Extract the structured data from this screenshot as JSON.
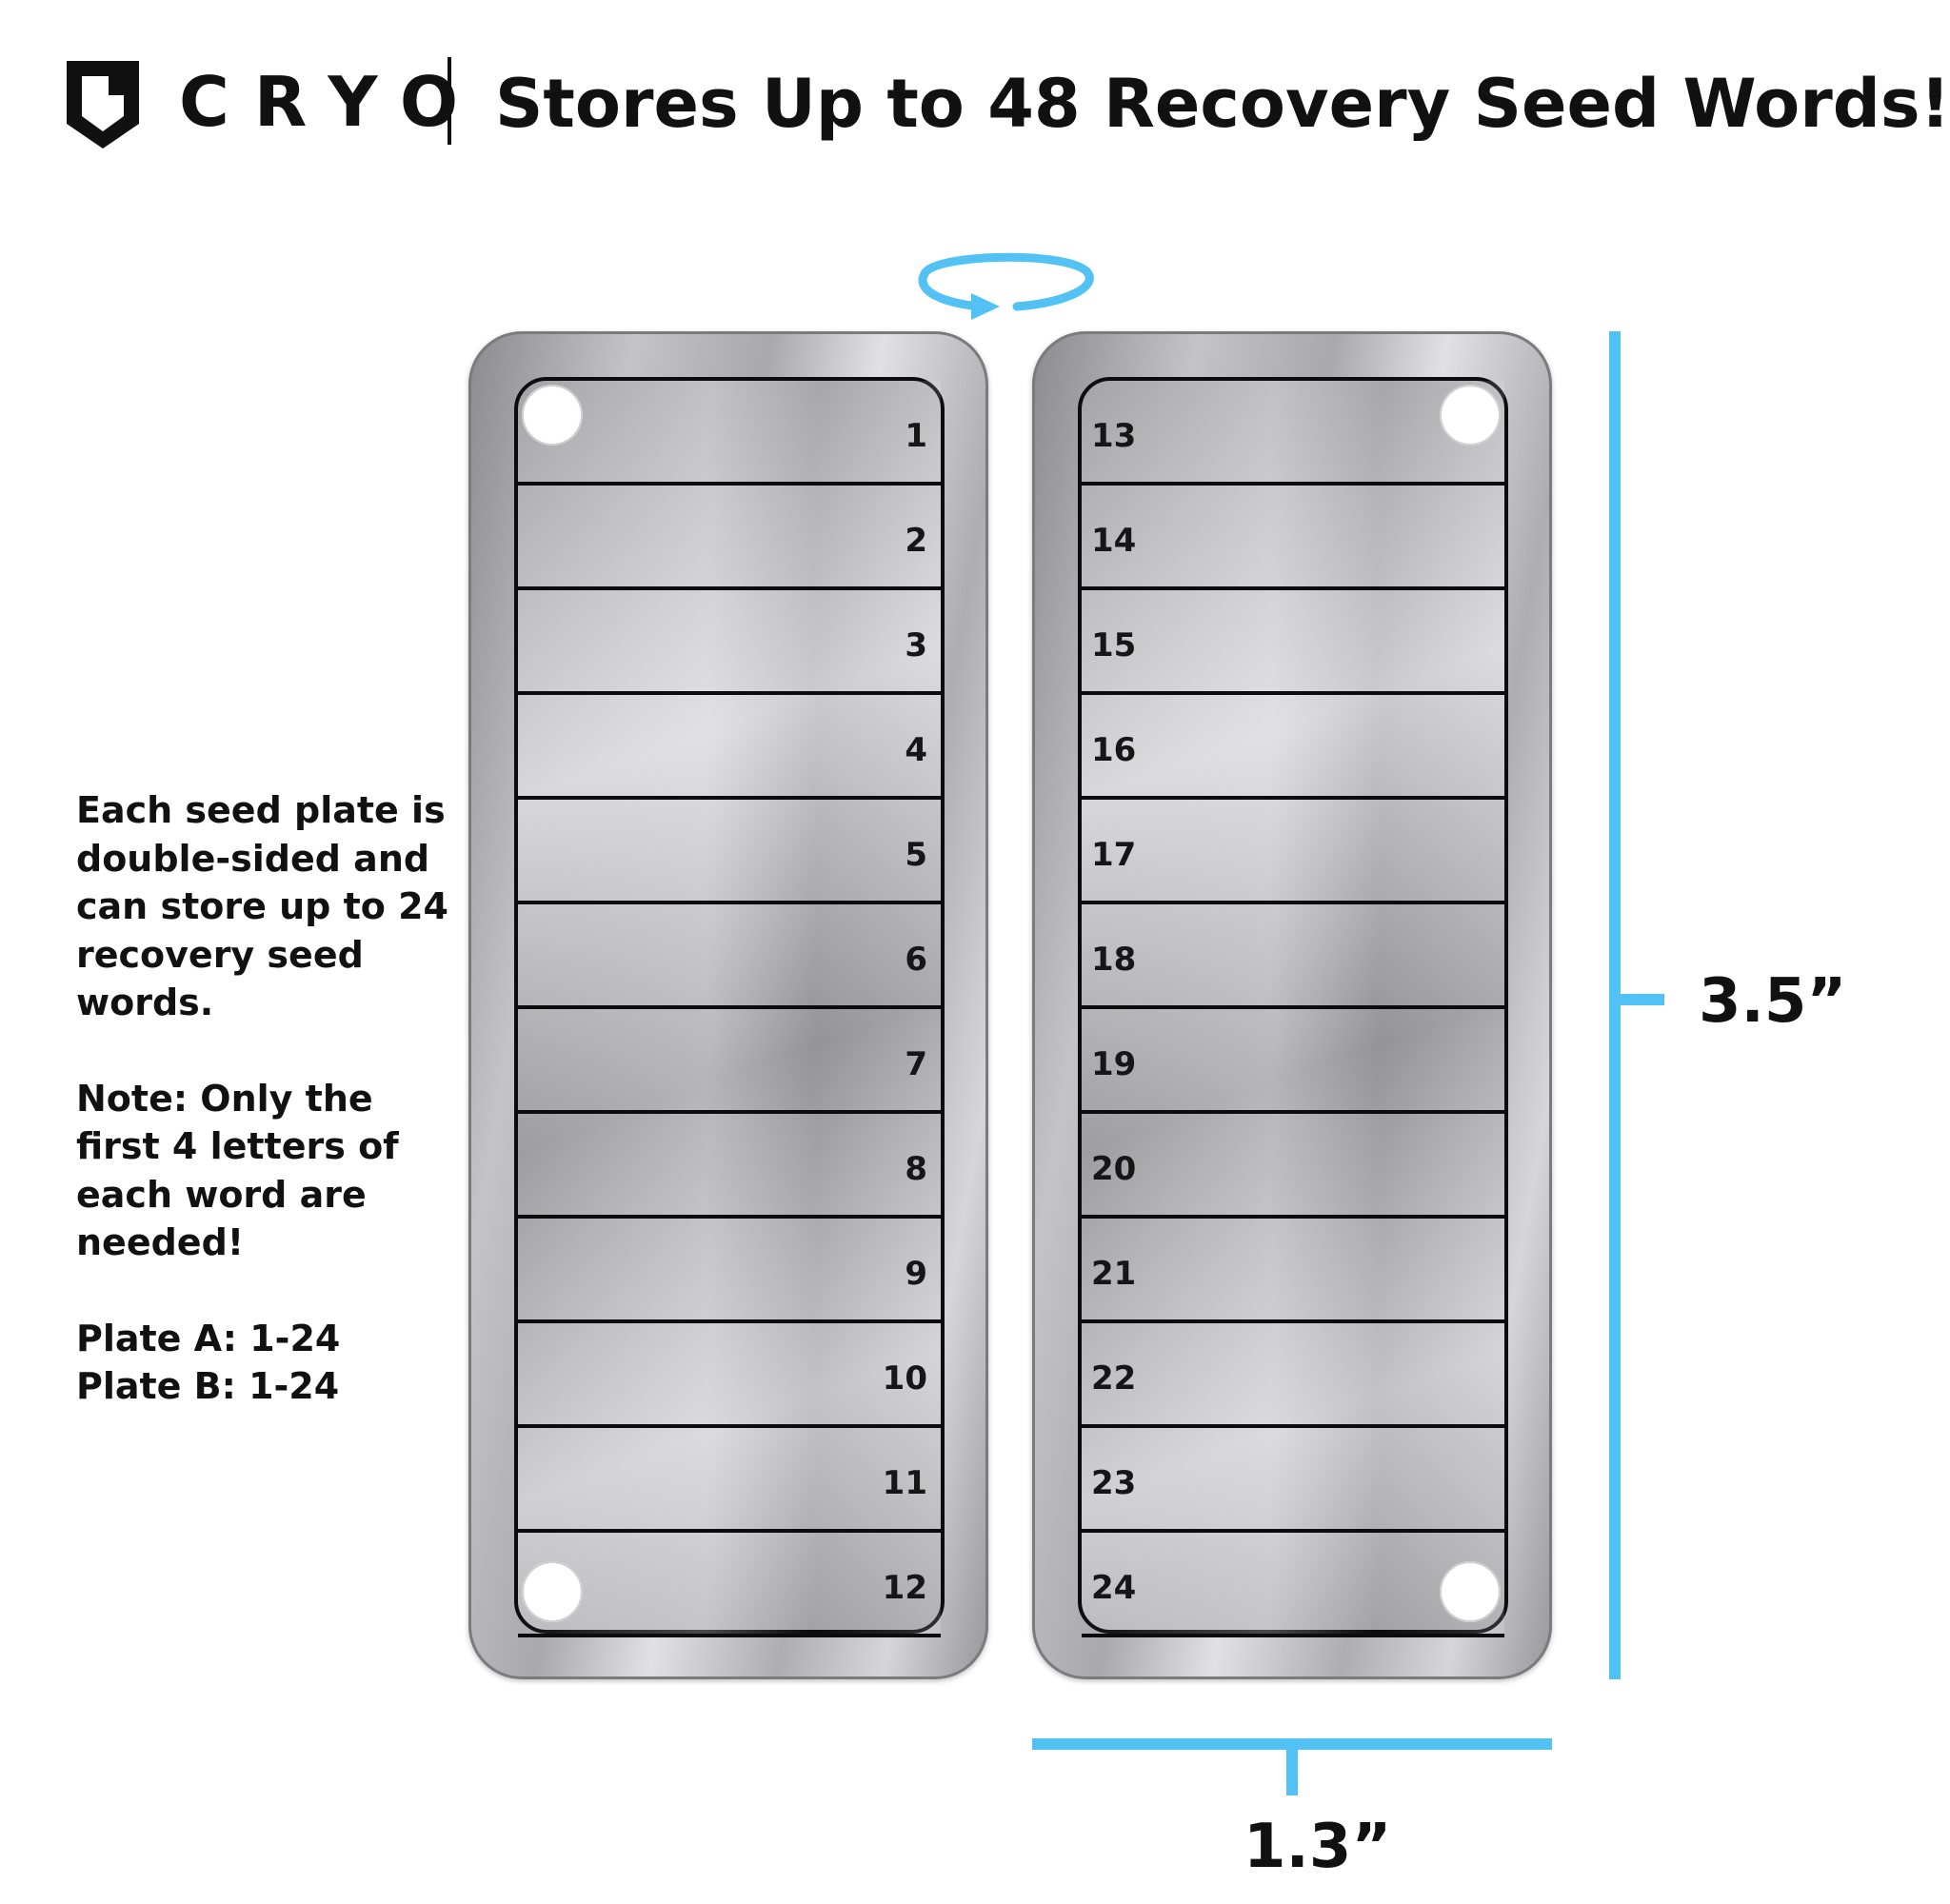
{
  "header": {
    "brand": "CRYO",
    "headline": "Stores Up to 48 Recovery Seed Words!",
    "logo_icon": "shield-icon"
  },
  "description": {
    "paragraph1": "Each seed plate is double-sided and can store up to 24 recovery seed words.",
    "paragraph2": "Note: Only the first 4 letters of each word are needed!",
    "plate_a": "Plate A: 1-24",
    "plate_b": "Plate B: 1-24"
  },
  "plate_a": {
    "slots": [
      "1",
      "2",
      "3",
      "4",
      "5",
      "6",
      "7",
      "8",
      "9",
      "10",
      "11",
      "12"
    ]
  },
  "plate_b": {
    "slots": [
      "13",
      "14",
      "15",
      "16",
      "17",
      "18",
      "19",
      "20",
      "21",
      "22",
      "23",
      "24"
    ]
  },
  "rotate_icon": "rotate-arrow-icon",
  "dimensions": {
    "height": "3.5”",
    "width": "1.3”"
  },
  "colors": {
    "accent": "#52c2f5",
    "text": "#111111",
    "plate_steel": "#b8b8bb"
  }
}
